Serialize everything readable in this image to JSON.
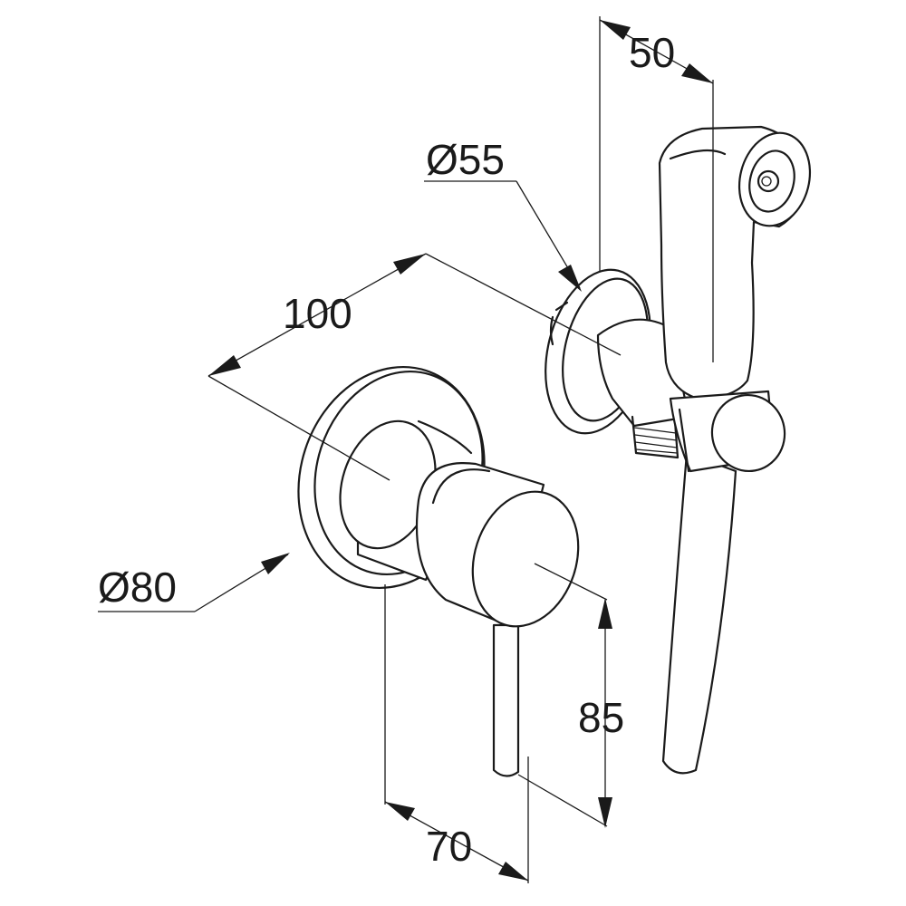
{
  "drawing": {
    "dimensions": {
      "width_50": "50",
      "diameter_55": "Ø55",
      "length_100": "100",
      "diameter_80": "Ø80",
      "height_85": "85",
      "depth_70": "70"
    },
    "colors": {
      "line": "#1a1a1a",
      "background": "#ffffff"
    }
  }
}
